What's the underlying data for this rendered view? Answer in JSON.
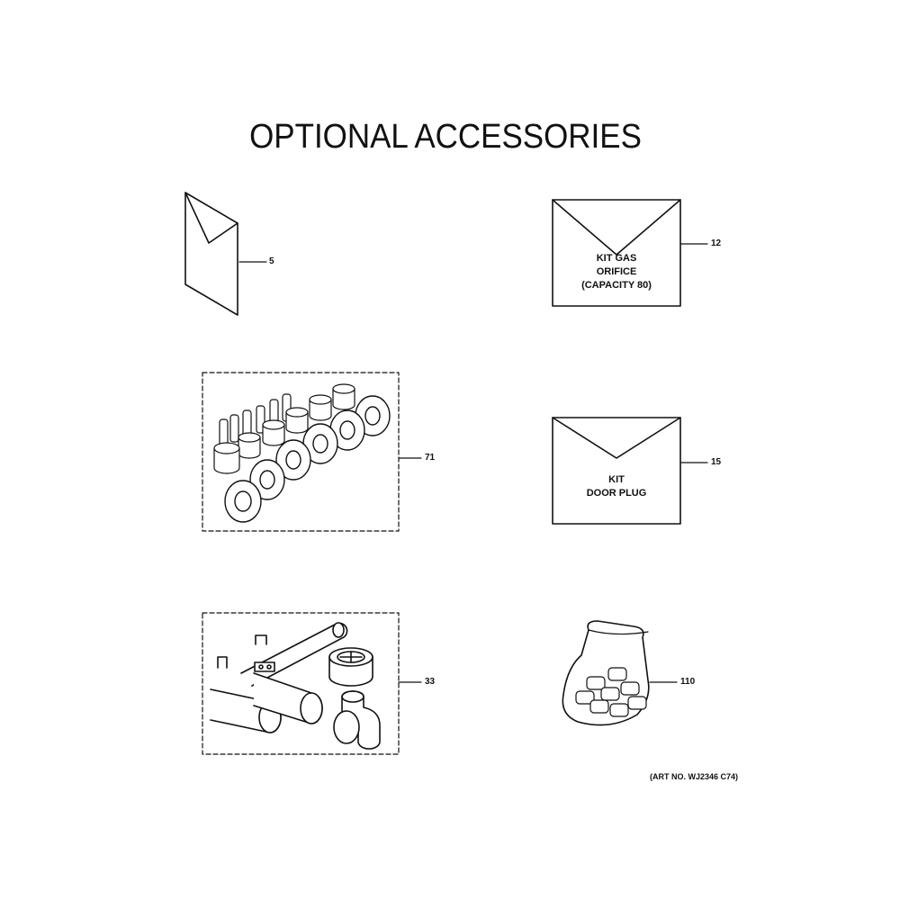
{
  "title": "OPTIONAL ACCESSORIES",
  "callouts": {
    "manual": "5",
    "gas_kit": "12",
    "burner_kit": "71",
    "door_plug_kit": "15",
    "manifold_kit": "33",
    "fastener_bag": "110"
  },
  "envelopes": {
    "gas_kit": [
      "KIT GAS",
      "ORIFICE",
      "(CAPACITY 80)"
    ],
    "door_plug_kit": [
      "KIT",
      "DOOR PLUG"
    ]
  },
  "art_number": "(ART NO. WJ2346 C74)"
}
